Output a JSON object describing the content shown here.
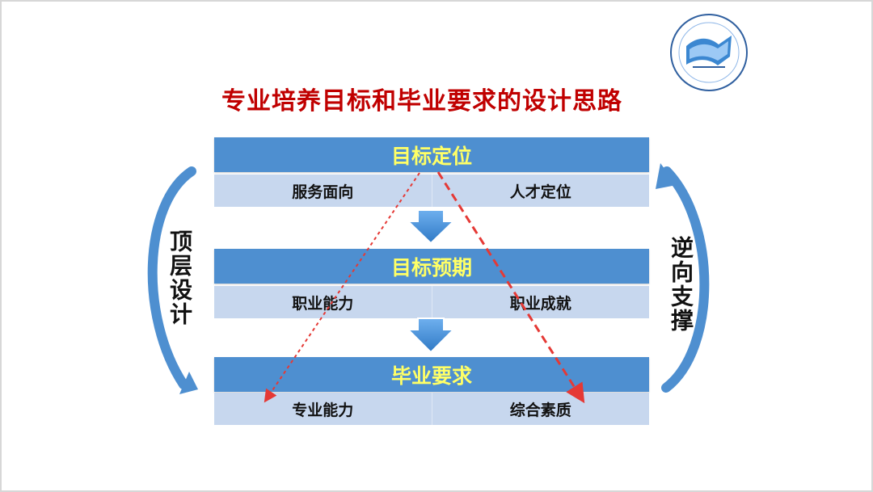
{
  "title": "专业培养目标和毕业要求的设计思路",
  "levels": [
    {
      "header": "目标定位",
      "cells": [
        "服务面向",
        "人才定位"
      ]
    },
    {
      "header": "目标预期",
      "cells": [
        "职业能力",
        "职业成就"
      ]
    },
    {
      "header": "毕业要求",
      "cells": [
        "专业能力",
        "综合素质"
      ]
    }
  ],
  "side": {
    "left": "顶层设计",
    "right": "逆向支撑"
  },
  "colors": {
    "title": "#c00000",
    "band": "#4e8fd0",
    "band_text": "#ffff66",
    "row": "#c7d7ee",
    "arrow": "#5a9be0",
    "dashed": "#e53935"
  },
  "icons": {
    "logo": "institution-logo-icon"
  }
}
